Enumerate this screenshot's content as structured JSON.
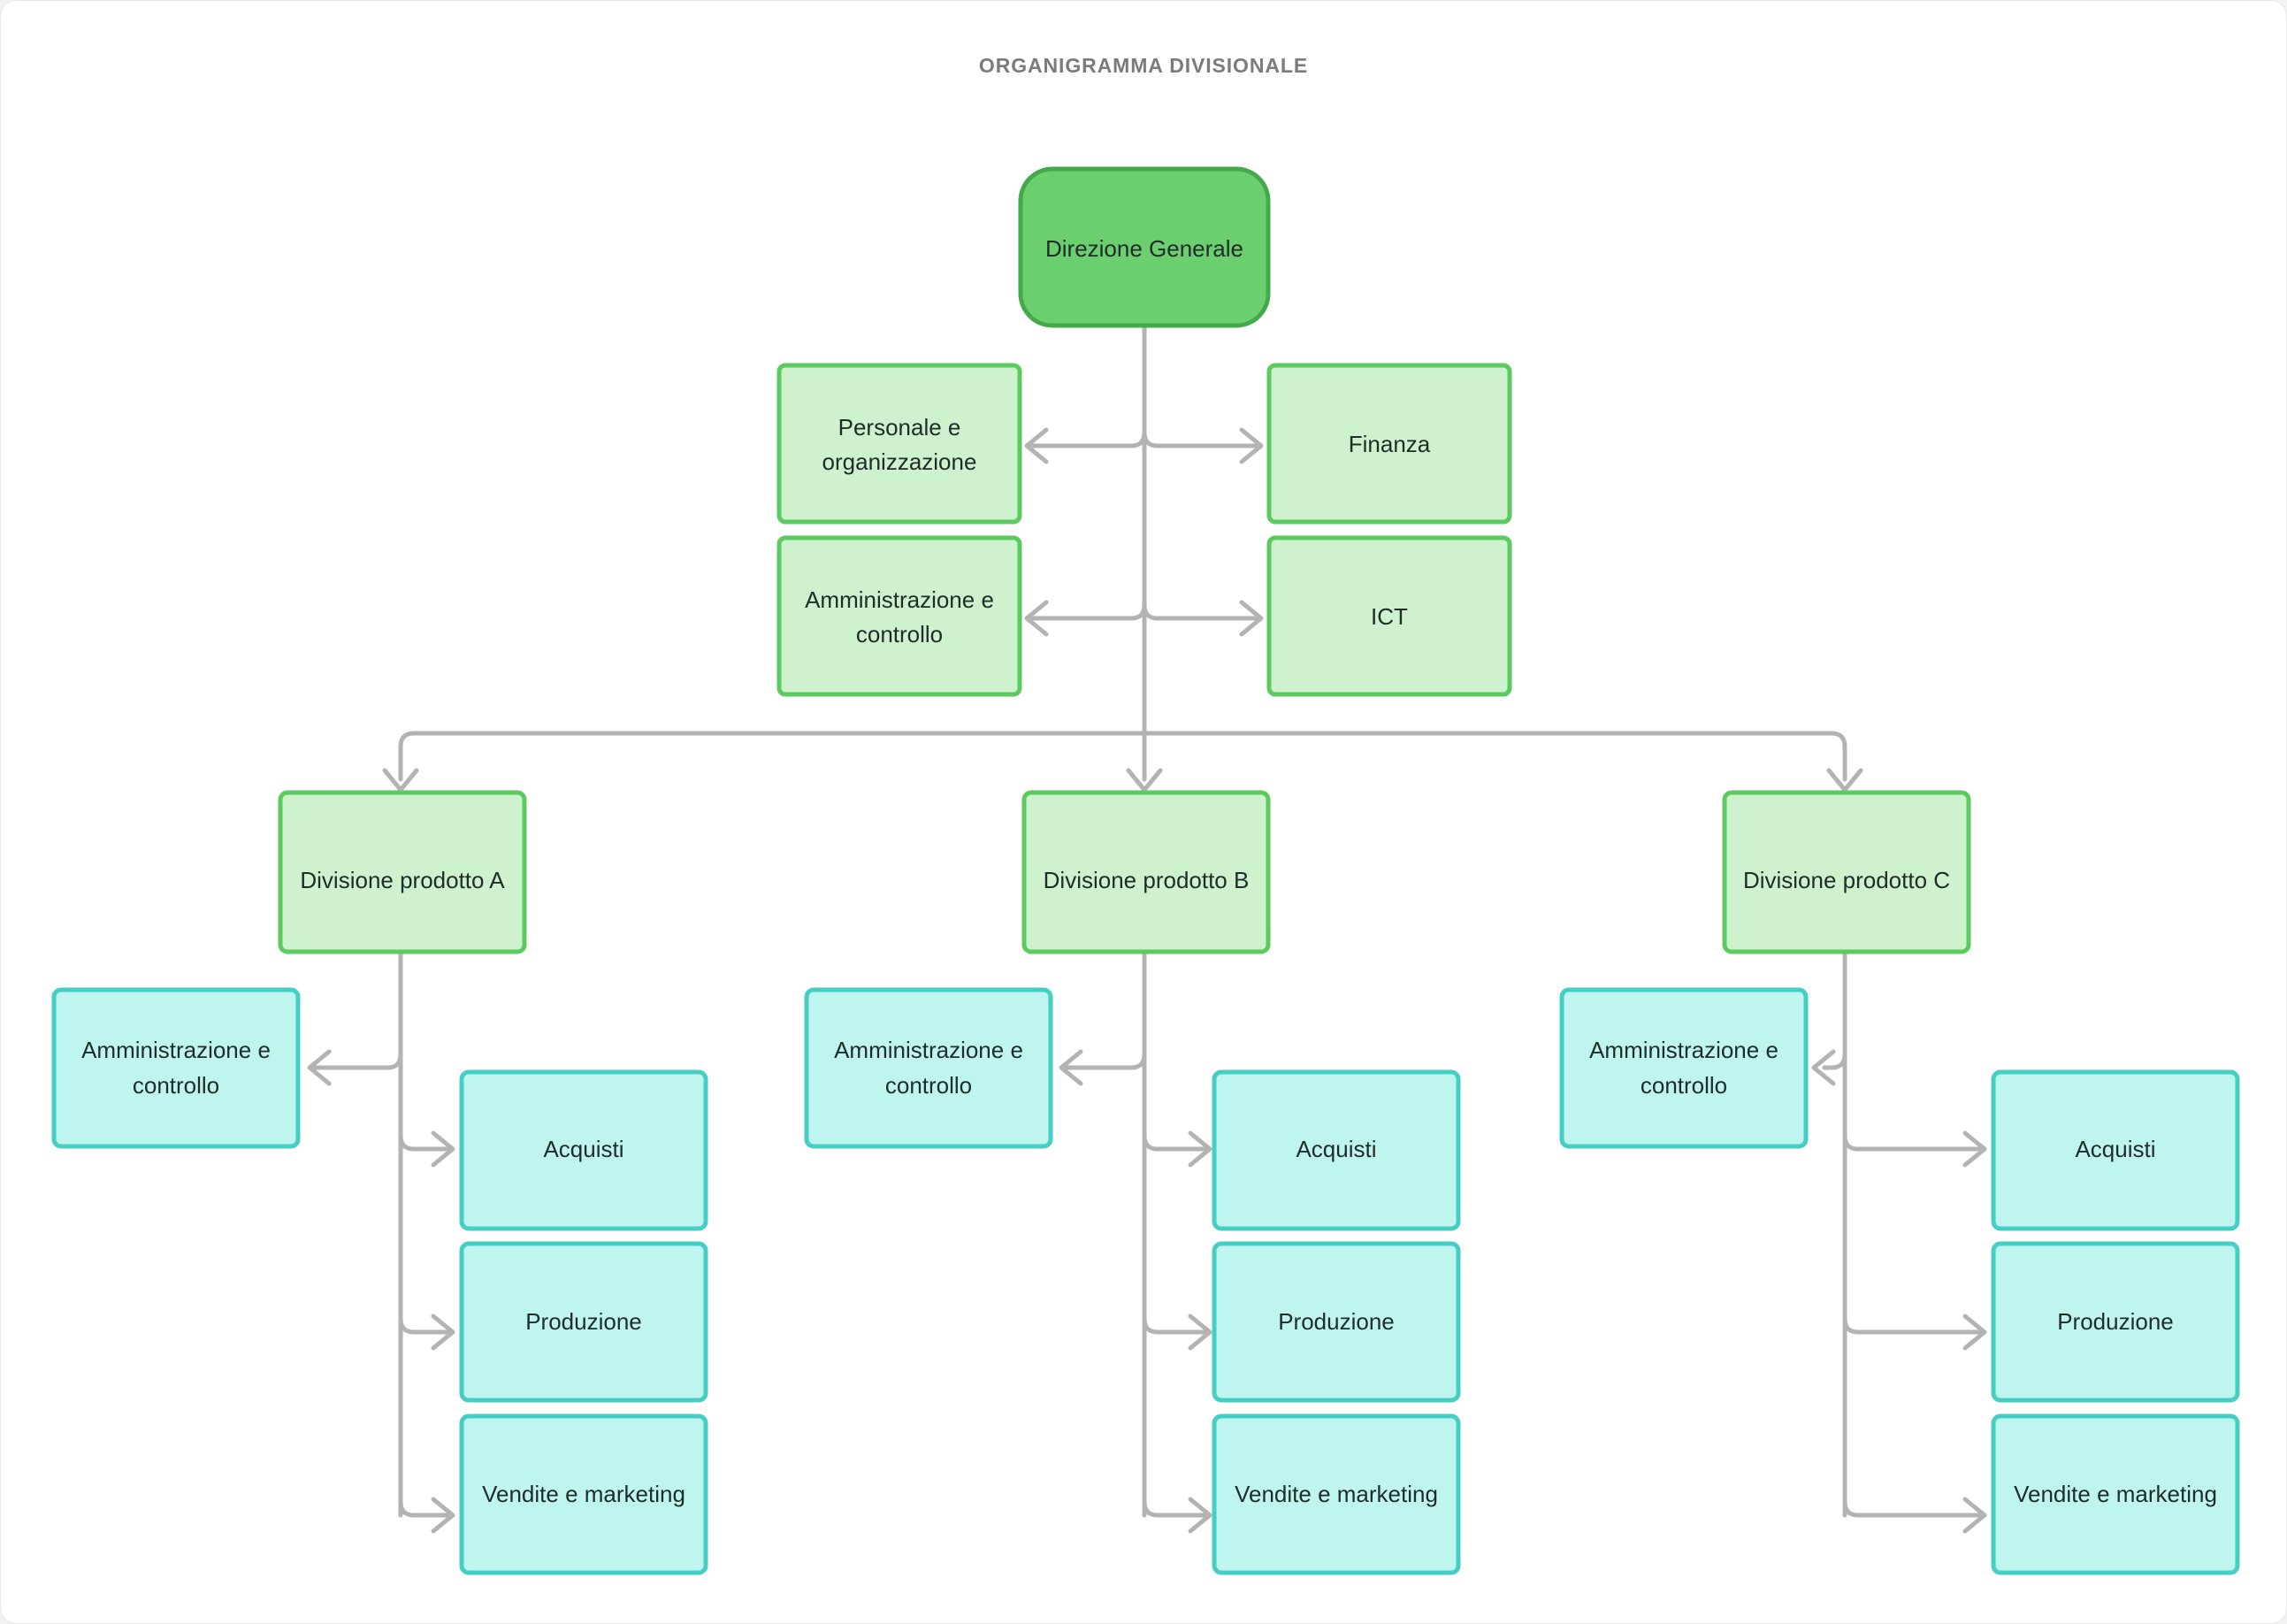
{
  "page": {
    "title": "ORGANIGRAMMA DIVISIONALE",
    "background": "#ffffff",
    "canvas_background": "#f2f2f2"
  },
  "colors": {
    "root_fill": "#6bce6f",
    "root_stroke": "#43aa4b",
    "staff_fill": "#cdf2cd",
    "staff_stroke": "#5ccb5f",
    "division_fill": "#cdf2cd",
    "division_stroke": "#5ccb5f",
    "leaf_fill": "#bff5ef",
    "leaf_stroke": "#45cfc4",
    "edge": "#b3b3b3",
    "label_text": "#1f2c28",
    "title_text": "#7b7b7b"
  },
  "nodes": {
    "root": {
      "label": "Direzione Generale"
    },
    "staff": [
      {
        "label": "Personale e organizzazione",
        "side": "left"
      },
      {
        "label": "Finanza",
        "side": "right"
      },
      {
        "label": "Amministrazione e controllo",
        "side": "left"
      },
      {
        "label": "ICT",
        "side": "right"
      }
    ],
    "divisions": [
      {
        "label": "Divisione prodotto A",
        "children": [
          {
            "label": "Amministrazione e controllo",
            "side": "left"
          },
          {
            "label": "Acquisti",
            "side": "right"
          },
          {
            "label": "Produzione",
            "side": "right"
          },
          {
            "label": "Vendite e marketing",
            "side": "right"
          }
        ]
      },
      {
        "label": "Divisione prodotto B",
        "children": [
          {
            "label": "Amministrazione e controllo",
            "side": "left"
          },
          {
            "label": "Acquisti",
            "side": "right"
          },
          {
            "label": "Produzione",
            "side": "right"
          },
          {
            "label": "Vendite e marketing",
            "side": "right"
          }
        ]
      },
      {
        "label": "Divisione prodotto C",
        "children": [
          {
            "label": "Amministrazione e controllo",
            "side": "left"
          },
          {
            "label": "Acquisti",
            "side": "right"
          },
          {
            "label": "Produzione",
            "side": "right"
          },
          {
            "label": "Vendite e marketing",
            "side": "right"
          }
        ]
      }
    ]
  }
}
